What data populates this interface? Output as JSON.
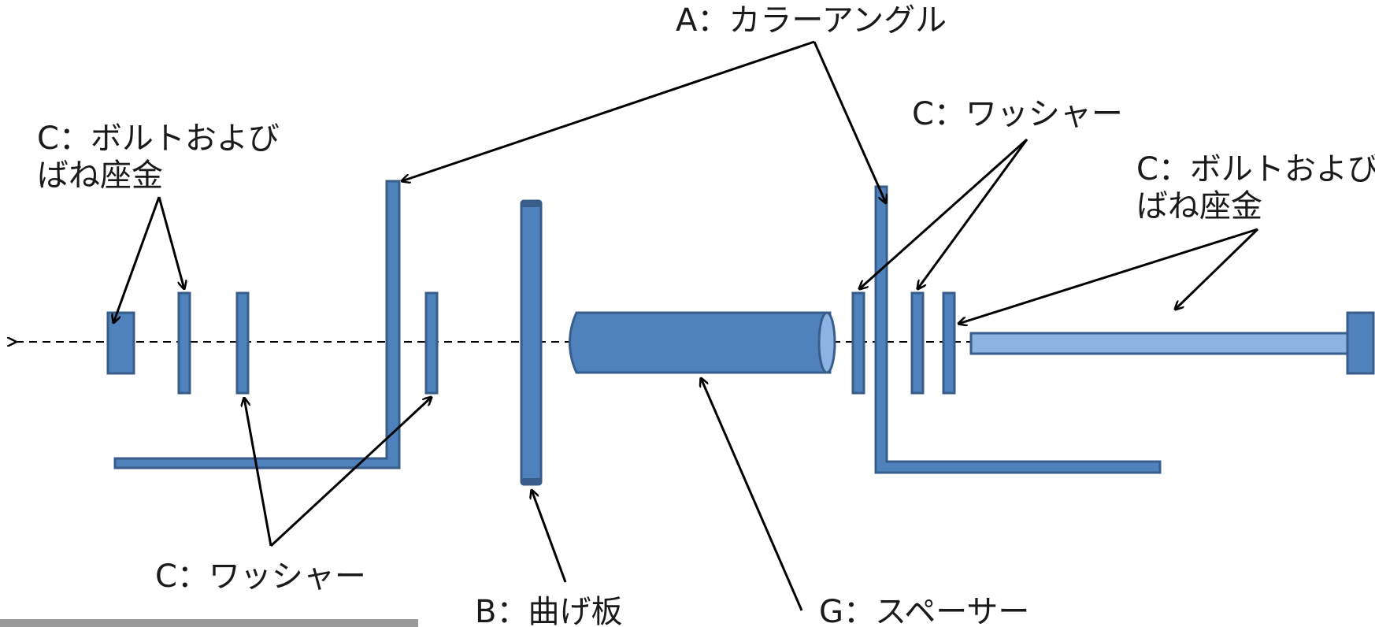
{
  "labels": {
    "color_angle": "A：カラーアングル",
    "washer_top_right": "C：ワッシャー",
    "bolt_left_line1": "C：ボルトおよび",
    "bolt_left_line2": "ばね座金",
    "bolt_right_line1": "C：ボルトおよび",
    "bolt_right_line2": "ばね座金",
    "washer_bottom": "C：ワッシャー",
    "bent_plate": "B：曲げ板",
    "spacer": "G：スペーサー"
  },
  "colors": {
    "part_fill": "#4f81bd",
    "part_stroke": "#385d8a",
    "light_fill": "#8db3e2",
    "line": "#000000"
  }
}
